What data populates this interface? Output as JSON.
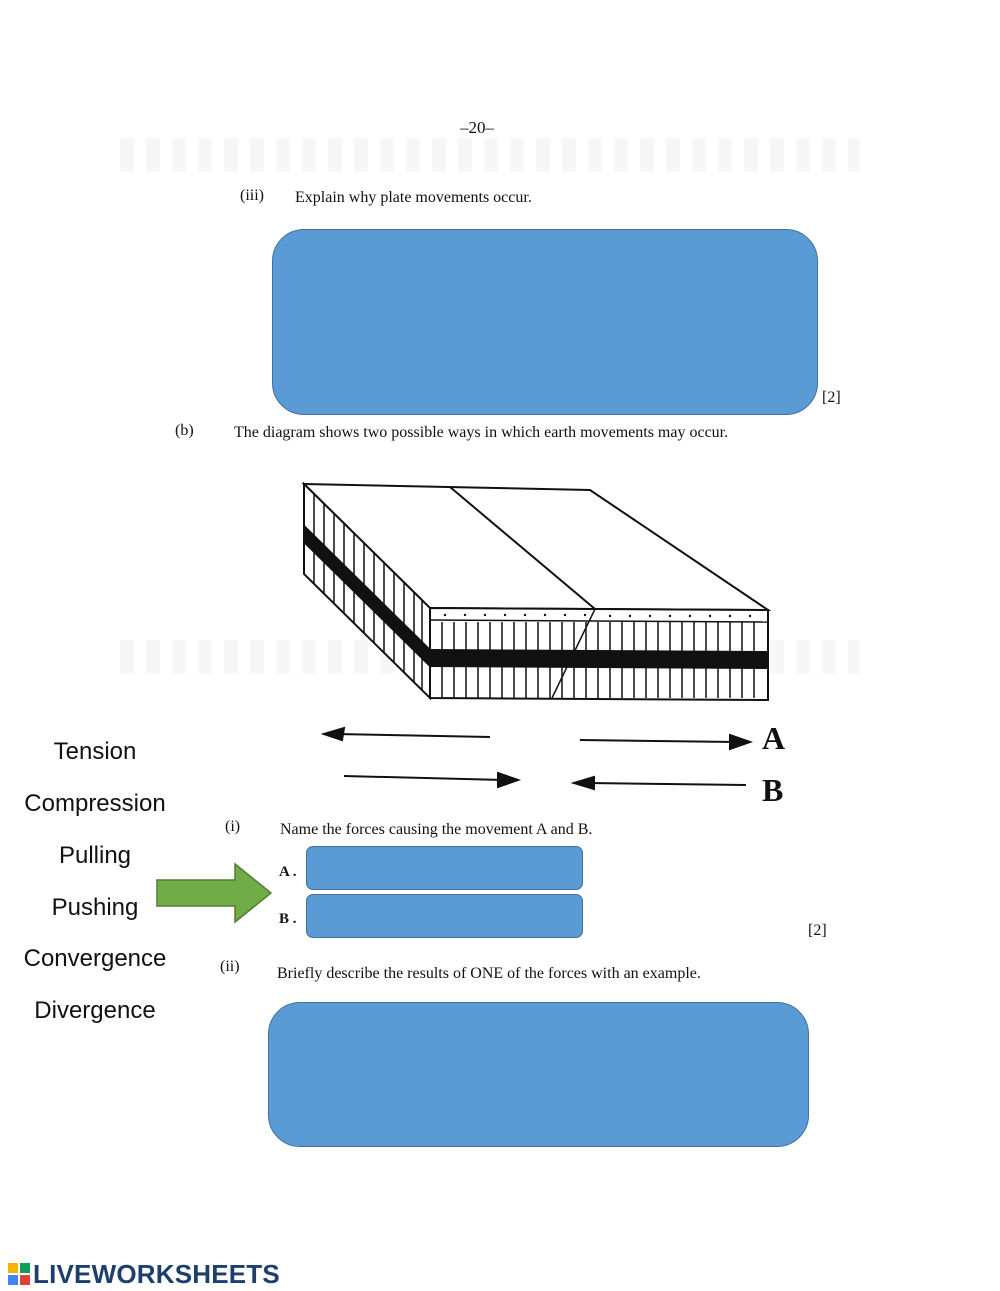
{
  "page_number": "–20–",
  "question_iii": {
    "number": "(iii)",
    "text": "Explain why plate movements occur.",
    "marks": "[2]"
  },
  "question_b": {
    "letter": "(b)",
    "text": "The diagram shows two possible ways in which earth movements may occur."
  },
  "diagram": {
    "label_a": "A",
    "label_b": "B"
  },
  "question_i": {
    "number": "(i)",
    "text": "Name the forces causing the movement A and B.",
    "label_a": "A .",
    "label_b": "B .",
    "marks": "[2]"
  },
  "question_ii": {
    "number": "(ii)",
    "text": "Briefly describe the results of ONE of the forces with an example."
  },
  "word_bank": [
    "Tension",
    "Compression",
    "Pulling",
    "Pushing",
    "Convergence",
    "Divergence"
  ],
  "colors": {
    "answer_box": "#5b9bd5",
    "answer_box_border": "#41719c",
    "arrow": "#70ad47"
  },
  "logo": {
    "text": "LIVEWORKSHEETS"
  }
}
